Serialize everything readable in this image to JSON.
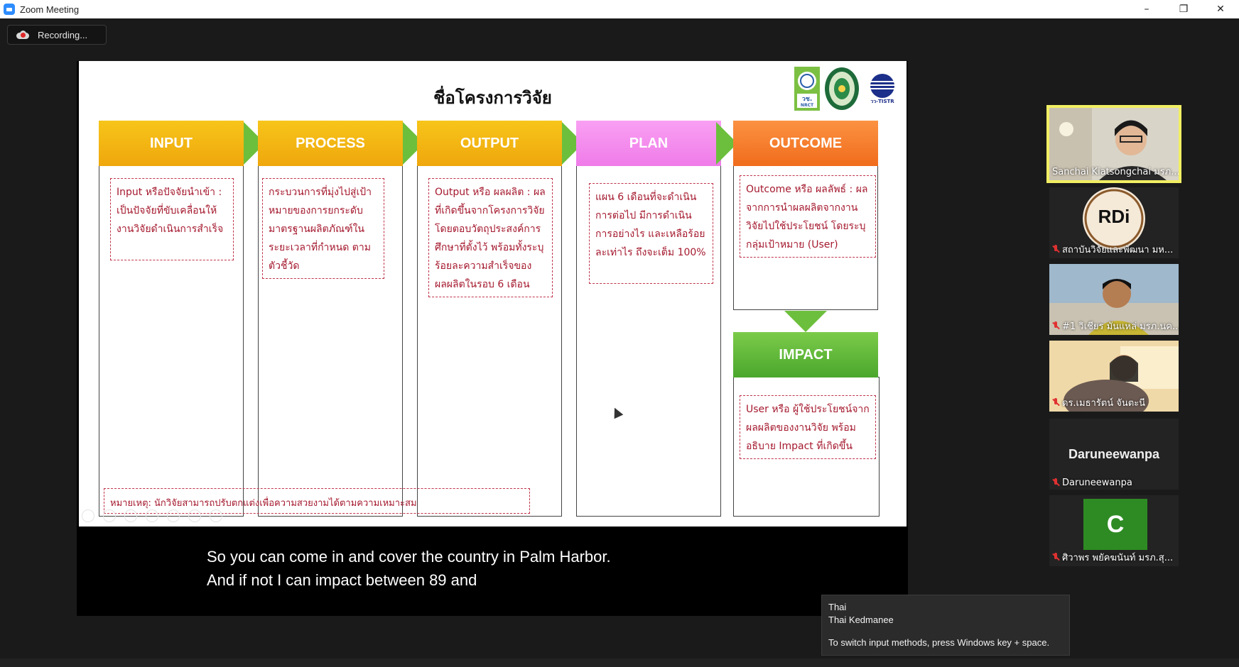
{
  "window": {
    "title": "Zoom Meeting",
    "minimize": "–",
    "restore": "❐",
    "close": "✕"
  },
  "recording": {
    "label": "Recording..."
  },
  "slide": {
    "title": "ชื่อโครงการวิจัย",
    "headers": {
      "input": "INPUT",
      "process": "PROCESS",
      "output": "OUTPUT",
      "plan": "PLAN",
      "outcome": "OUTCOME",
      "impact": "IMPACT"
    },
    "notes": {
      "input": "Input หรือปัจจัยนำเข้า : เป็นปัจจัยที่ขับเคลื่อนให้งานวิจัยดำเนินการสำเร็จ",
      "process": "กระบวนการที่มุ่งไปสู่เป้าหมายของการยกระดับมาตรฐานผลิตภัณฑ์ในระยะเวลาที่กำหนด ตามตัวชี้วัด",
      "output": "Output หรือ ผลผลิต : ผลที่เกิดขึ้นจากโครงการวิจัย โดยตอบวัตถุประสงค์การศึกษาที่ตั้งไว้ พร้อมทั้งระบุร้อยละความสำเร็จของผลผลิตในรอบ 6 เดือน",
      "plan": "แผน 6 เดือนที่จะดำเนินการต่อไป มีการดำเนินการอย่างไร และเหลือร้อยละเท่าไร ถึงจะเต็ม 100%",
      "outcome": "Outcome หรือ ผลลัพธ์ : ผลจากการนำผลผลิตจากงานวิจัยไปใช้ประโยชน์ โดยระบุกลุ่มเป้าหมาย (User)",
      "impact": "User หรือ ผู้ใช้ประโยชน์จากผลผลิตของงานวิจัย พร้อมอธิบาย Impact ที่เกิดขึ้น"
    },
    "remark": "หมายเหตุ: นักวิจัยสามารถปรับตกแต่งเพื่อความสวยงามได้ตามความเหมาะสม",
    "logos": {
      "nrct": "วช. NRCT",
      "tistr": "วว-TISTR"
    }
  },
  "captions": {
    "line1": "So you can come in and cover the country in Palm Harbor.",
    "line2": "And if not I can impact between 89 and"
  },
  "participants": [
    {
      "name": "Sanchai Kiatsongchai มรภ..."
    },
    {
      "name": "สถาบันวิจัยและพัฒนา มห...",
      "logo_text": "RDi"
    },
    {
      "name": "#1 วิเชียร มันแหล่ มรภ.นค..."
    },
    {
      "name": "ดร.เมธารัตน์ จันตะนี"
    },
    {
      "name": "Daruneewanpa",
      "big_name": "Daruneewanpa"
    },
    {
      "name": "ศิวาพร พยัคฆนันท์ มรภ.สุ...",
      "avatar_letter": "C"
    }
  ],
  "ime": {
    "language": "Thai",
    "layout": "Thai Kedmanee",
    "hint": "To switch input methods, press Windows key + space."
  },
  "colors": {
    "active_speaker": "#f2ef63",
    "avatar_green": "#2e8b23",
    "arrow_green": "#6cbf3c"
  }
}
